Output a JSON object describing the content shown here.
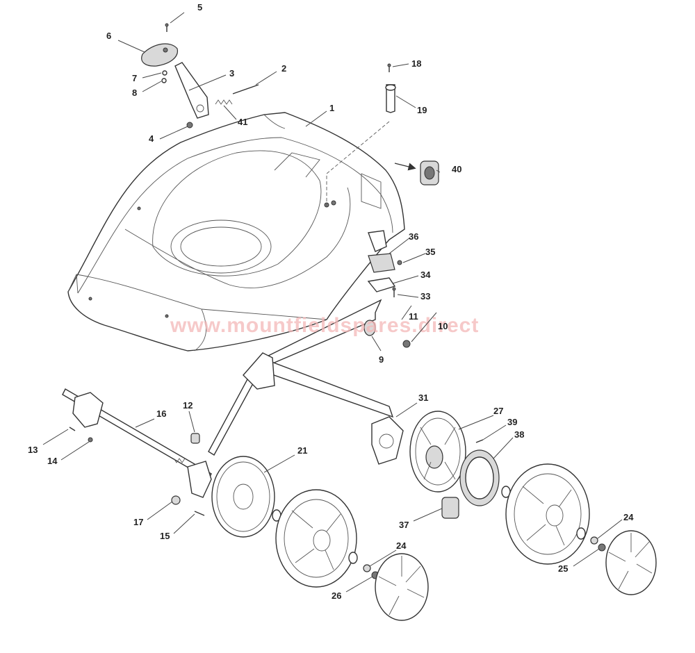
{
  "watermark": "www.mountfieldspares.direct",
  "callouts": {
    "p1": "1",
    "p2": "2",
    "p3": "3",
    "p4": "4",
    "p5": "5",
    "p6": "6",
    "p7": "7",
    "p8": "8",
    "p9": "9",
    "p10": "10",
    "p11": "11",
    "p12": "12",
    "p13": "13",
    "p14": "14",
    "p15": "15",
    "p16": "16",
    "p17": "17",
    "p18": "18",
    "p19": "19",
    "p21": "21",
    "p24a": "24",
    "p24b": "24",
    "p25": "25",
    "p26": "26",
    "p27": "27",
    "p31": "31",
    "p33": "33",
    "p34": "34",
    "p35": "35",
    "p36": "36",
    "p37": "37",
    "p38": "38",
    "p39": "39",
    "p40": "40",
    "p41": "41"
  }
}
